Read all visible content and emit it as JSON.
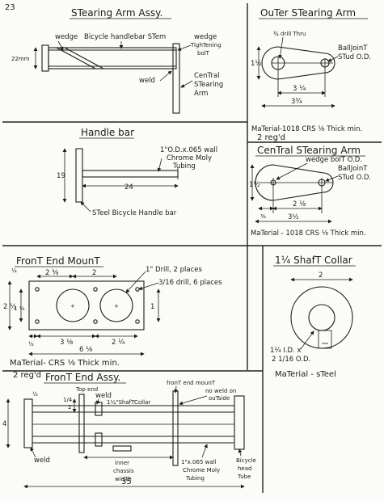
{
  "page_number": "23",
  "steering_arm": {
    "title": "STearing Arm Assy.",
    "wedge": "wedge",
    "bicycle_stem": "Bicycle handlebar STem",
    "wedge_bolt": "wedge",
    "tightening": "TighTening",
    "bolt": "bolT",
    "dim_22mm": "22mm",
    "weld": "weld",
    "central": "CenTral",
    "steering": "STearing",
    "arm": "Arm"
  },
  "outer_arm": {
    "title": "OuTer STearing Arm",
    "drill": "¾ drill Thru",
    "ball_joint": "BallJoinT",
    "stud": "STud O.D.",
    "dim_h": "1½",
    "dim_inner": "3 ¼",
    "dim_outer": "3¾",
    "material": "MaTerial-1018 CRS ⅛ Thick min.",
    "qty": "2 reg'd"
  },
  "handlebar": {
    "title": "Handle bar",
    "tube_1": "1\"O.D.x.065 wall",
    "tube_2": "Chrome Moly",
    "tube_3": "Tubing",
    "dim_len": "24",
    "dim_h": "19",
    "steel": "STeel Bicycle Handle bar"
  },
  "central_arm": {
    "title": "CenTral STearing Arm",
    "wedge_bolt": "wedge bolT O.D.",
    "ball_joint": "BallJoinT",
    "stud": "STud O.D.",
    "dim_h": "1½",
    "dim_small": "⅜",
    "dim_mid": "2 ⅛",
    "dim_total": "3½",
    "material": "MaTerial - 1018 CRS ⅛ Thick min."
  },
  "front_mount": {
    "title": "FronT End MounT",
    "drill_1": "1\" Drill, 2 places",
    "drill_2": "3/16 drill, 6 places",
    "dim_quarter": "¼",
    "dim_a": "2 ⅜",
    "dim_b": "2",
    "dim_h": "2 ½",
    "dim_tall": "1 ⅛",
    "dim_one": "1",
    "dim_c": "½",
    "dim_d": "3 ⅛",
    "dim_e": "2 ¼",
    "dim_total": "6 ⅛",
    "material": "MaTerial- CRS ⅛ Thick min.",
    "qty": "2 reg'd"
  },
  "shaft_collar": {
    "title": "1¼ ShafT Collar",
    "dim_top": "2",
    "id_1": "1¼ I.D. x",
    "id_2": "2 1/16 O.D.",
    "material": "MaTerial - sTeel"
  },
  "front_assy": {
    "title": "FronT End Assy.",
    "top_end": "Top end",
    "weld_top": "weld",
    "collar": "1¼\"ShafTCollar",
    "mount": "fronT end mounT",
    "no_weld_1": "no weld on",
    "no_weld_2": "ouTside",
    "dim_half": "½",
    "dim_4": "4",
    "dim_2": "2",
    "dim_14": "1/4",
    "weld_left": "weld",
    "inner_1": "inner",
    "inner_2": "chassis",
    "inner_3": "widTh",
    "tube_1": "1\"x.065 wall",
    "tube_2": "Chrome Moly",
    "tube_3": "Tubing",
    "bicycle": "Bicycle",
    "head": "head",
    "tube": "Tube",
    "dim_35": "35"
  }
}
